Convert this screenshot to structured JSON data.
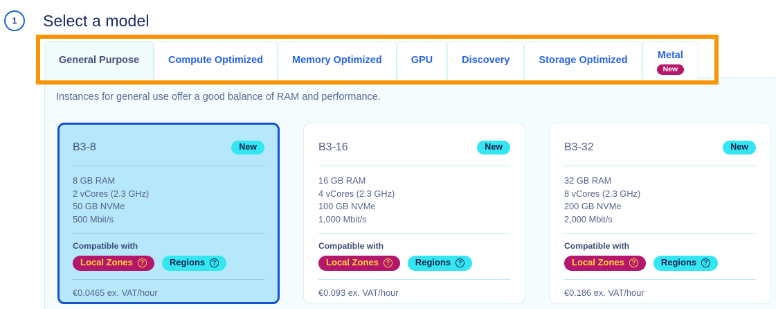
{
  "step": {
    "number": "1",
    "title": "Select a model"
  },
  "tabs": [
    {
      "label": "General Purpose",
      "active": true,
      "badge": null
    },
    {
      "label": "Compute Optimized",
      "active": false,
      "badge": null
    },
    {
      "label": "Memory Optimized",
      "active": false,
      "badge": null
    },
    {
      "label": "GPU",
      "active": false,
      "badge": null
    },
    {
      "label": "Discovery",
      "active": false,
      "badge": null
    },
    {
      "label": "Storage Optimized",
      "active": false,
      "badge": null
    },
    {
      "label": "Metal",
      "active": false,
      "badge": "New"
    }
  ],
  "description": "Instances for general use offer a good balance of RAM and performance.",
  "compatible_label": "Compatible with",
  "chips": {
    "local_zones": "Local Zones",
    "regions": "Regions",
    "help_glyph": "?"
  },
  "new_badge_label": "New",
  "cards": [
    {
      "title": "B3-8",
      "badge": "New",
      "selected": true,
      "specs": [
        "8 GB RAM",
        "2 vCores (2.3 GHz)",
        "50 GB NVMe",
        "500 Mbit/s"
      ],
      "price": "€0.0465 ex. VAT/hour"
    },
    {
      "title": "B3-16",
      "badge": "New",
      "selected": false,
      "specs": [
        "16 GB RAM",
        "4 vCores (2.3 GHz)",
        "100 GB NVMe",
        "1,000 Mbit/s"
      ],
      "price": "€0.093 ex. VAT/hour"
    },
    {
      "title": "B3-32",
      "badge": "New",
      "selected": false,
      "specs": [
        "32 GB RAM",
        "8 vCores (2.3 GHz)",
        "200 GB NVMe",
        "2,000 Mbit/s"
      ],
      "price": "€0.186 ex. VAT/hour"
    }
  ],
  "colors": {
    "accent_blue": "#2563eb",
    "title_navy": "#1a2a6e",
    "highlight_orange": "#f89406",
    "selected_card_bg": "#b7e7fa",
    "selected_card_border": "#1450cf",
    "badge_cyan": "#33e6f2",
    "badge_magenta": "#b4176b",
    "badge_yellow": "#ffd633",
    "panel_bg": "#f4fcfd"
  }
}
